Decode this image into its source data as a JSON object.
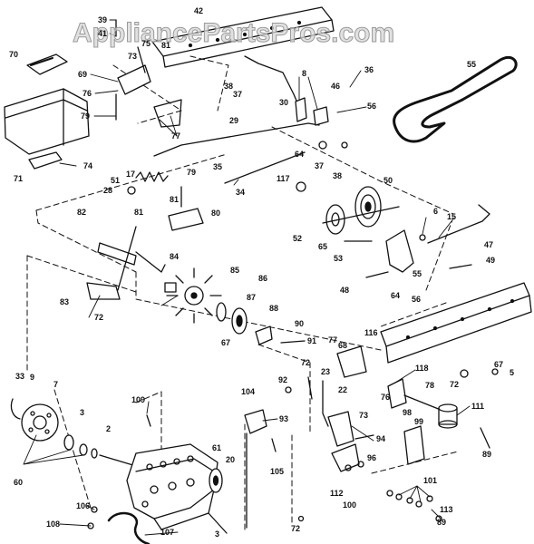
{
  "watermark": "AppliancePartsPros.com",
  "labels": [
    "42",
    "39",
    "41",
    "75",
    "81",
    "73",
    "70",
    "69",
    "76",
    "79",
    "77",
    "38",
    "37",
    "30",
    "8",
    "46",
    "36",
    "56",
    "55",
    "29",
    "64",
    "37",
    "38",
    "74",
    "71",
    "17",
    "51",
    "28",
    "79",
    "35",
    "34",
    "117",
    "50",
    "81",
    "80",
    "82",
    "81",
    "6",
    "15",
    "52",
    "65",
    "53",
    "47",
    "49",
    "84",
    "85",
    "86",
    "48",
    "55",
    "64",
    "56",
    "83",
    "72",
    "87",
    "88",
    "90",
    "67",
    "91",
    "116",
    "77",
    "68",
    "118",
    "67",
    "5",
    "78",
    "72",
    "33",
    "9",
    "7",
    "92",
    "72",
    "23",
    "76",
    "104",
    "22",
    "111",
    "109",
    "93",
    "73",
    "98",
    "99",
    "3",
    "2",
    "94",
    "89",
    "61",
    "20",
    "105",
    "96",
    "60",
    "101",
    "112",
    "100",
    "106",
    "113",
    "107",
    "108",
    "3",
    "72",
    "89"
  ]
}
